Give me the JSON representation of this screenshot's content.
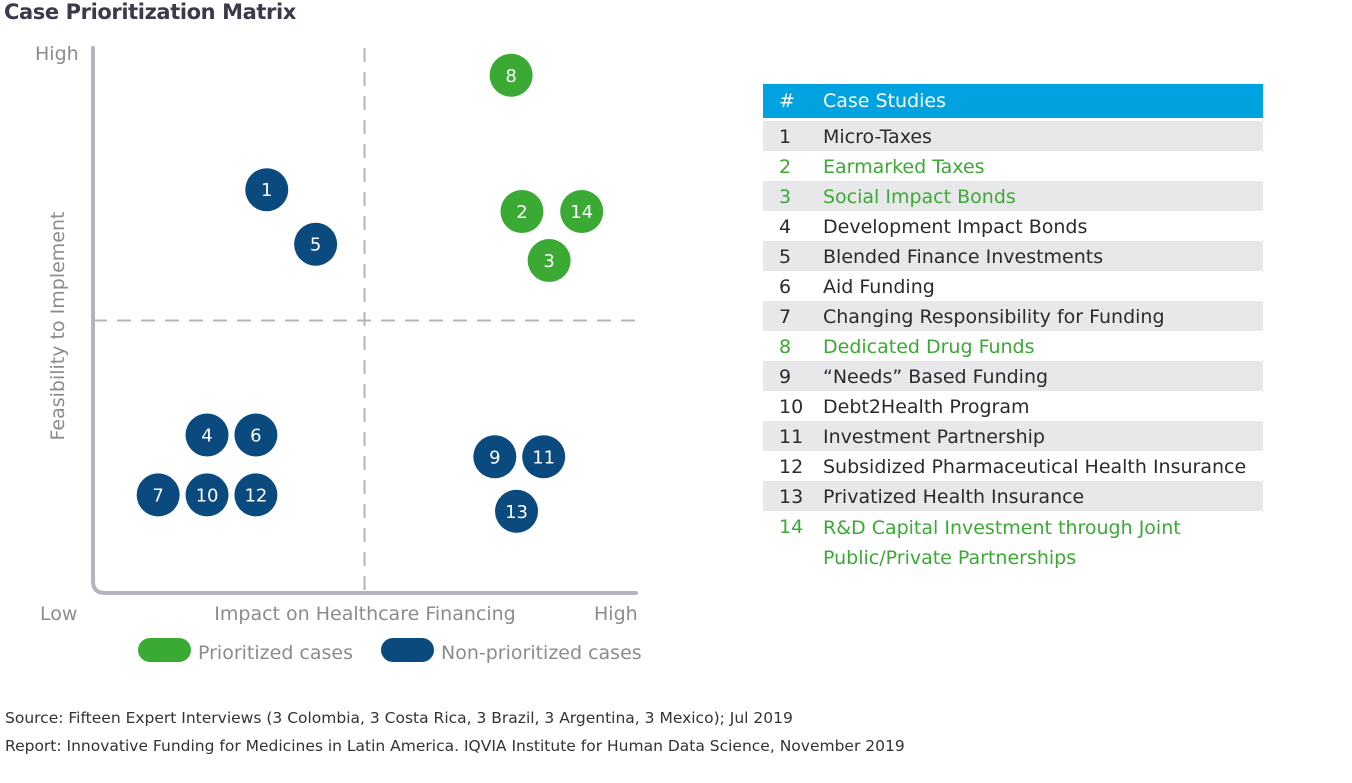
{
  "title": "Case Prioritization Matrix",
  "chart_data": {
    "type": "scatter",
    "ylabel": "Feasibility to Implement",
    "xlabel": "Impact on Healthcare Financing",
    "y_high_label": "High",
    "x_low_label": "Low",
    "x_high_label": "High",
    "xlim": [
      0,
      1
    ],
    "ylim": [
      0,
      1
    ],
    "quadrant_divider": {
      "x": 0.5,
      "y": 0.5
    },
    "colors": {
      "prioritized": "#3aaa35",
      "non_prioritized": "#0a4a7f",
      "axis": "#b4b4be",
      "divider": "#b4b4be"
    },
    "legend": [
      {
        "label": "Prioritized cases",
        "group": "prioritized"
      },
      {
        "label": "Non-prioritized cases",
        "group": "non_prioritized"
      }
    ],
    "points": [
      {
        "label": "1",
        "x": 0.32,
        "y": 0.74,
        "group": "non_prioritized"
      },
      {
        "label": "2",
        "x": 0.79,
        "y": 0.7,
        "group": "prioritized"
      },
      {
        "label": "3",
        "x": 0.84,
        "y": 0.61,
        "group": "prioritized"
      },
      {
        "label": "4",
        "x": 0.21,
        "y": 0.29,
        "group": "non_prioritized"
      },
      {
        "label": "5",
        "x": 0.41,
        "y": 0.64,
        "group": "non_prioritized"
      },
      {
        "label": "6",
        "x": 0.3,
        "y": 0.29,
        "group": "non_prioritized"
      },
      {
        "label": "7",
        "x": 0.12,
        "y": 0.18,
        "group": "non_prioritized"
      },
      {
        "label": "8",
        "x": 0.77,
        "y": 0.95,
        "group": "prioritized"
      },
      {
        "label": "9",
        "x": 0.74,
        "y": 0.25,
        "group": "non_prioritized"
      },
      {
        "label": "10",
        "x": 0.21,
        "y": 0.18,
        "group": "non_prioritized"
      },
      {
        "label": "11",
        "x": 0.83,
        "y": 0.25,
        "group": "non_prioritized"
      },
      {
        "label": "12",
        "x": 0.3,
        "y": 0.18,
        "group": "non_prioritized"
      },
      {
        "label": "13",
        "x": 0.78,
        "y": 0.15,
        "group": "non_prioritized"
      },
      {
        "label": "14",
        "x": 0.9,
        "y": 0.7,
        "group": "prioritized"
      }
    ]
  },
  "table": {
    "header": {
      "num": "#",
      "name": "Case Studies"
    },
    "rows": [
      {
        "num": "1",
        "name": "Micro-Taxes",
        "prioritized": false
      },
      {
        "num": "2",
        "name": "Earmarked Taxes",
        "prioritized": true
      },
      {
        "num": "3",
        "name": "Social Impact Bonds",
        "prioritized": true
      },
      {
        "num": "4",
        "name": "Development Impact Bonds",
        "prioritized": false
      },
      {
        "num": "5",
        "name": "Blended Finance Investments",
        "prioritized": false
      },
      {
        "num": "6",
        "name": "Aid Funding",
        "prioritized": false
      },
      {
        "num": "7",
        "name": "Changing Responsibility for Funding",
        "prioritized": false
      },
      {
        "num": "8",
        "name": "Dedicated Drug Funds",
        "prioritized": true
      },
      {
        "num": "9",
        "name": "“Needs” Based Funding",
        "prioritized": false
      },
      {
        "num": "10",
        "name": "Debt2Health Program",
        "prioritized": false
      },
      {
        "num": "11",
        "name": "Investment Partnership",
        "prioritized": false
      },
      {
        "num": "12",
        "name": "Subsidized Pharmaceutical Health Insurance",
        "prioritized": false
      },
      {
        "num": "13",
        "name": "Privatized Health Insurance",
        "prioritized": false
      },
      {
        "num": "14",
        "name": "R&D Capital Investment through Joint",
        "name_line2": "Public/Private Partnerships",
        "prioritized": true
      }
    ]
  },
  "source": "Source: Fifteen Expert Interviews (3 Colombia, 3 Costa Rica, 3 Brazil, 3 Argentina, 3 Mexico); Jul 2019",
  "report": "Report: Innovative Funding for Medicines in Latin America. IQVIA Institute for Human Data Science, November 2019"
}
